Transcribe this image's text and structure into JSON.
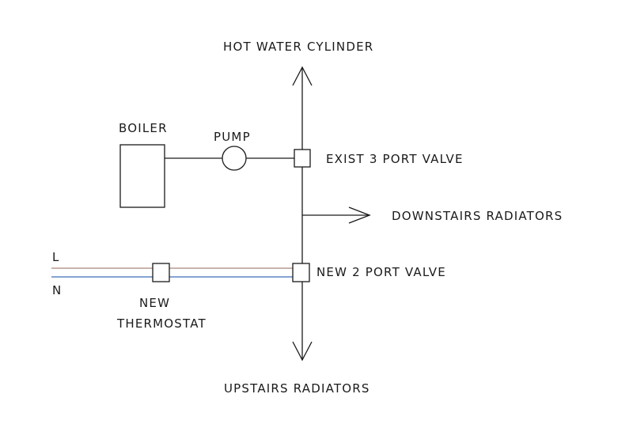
{
  "diagram": {
    "title": "Heating system schematic",
    "labels": {
      "hot_water_cylinder": "HOT WATER CYLINDER",
      "boiler": "BOILER",
      "pump": "PUMP",
      "exist_3_port_valve": "EXIST 3 PORT VALVE",
      "downstairs_radiators": "DOWNSTAIRS RADIATORS",
      "new_2_port_valve": "NEW 2 PORT VALVE",
      "live": "L",
      "neutral": "N",
      "new_thermostat_line1": "NEW",
      "new_thermostat_line2": "THERMOSTAT",
      "upstairs_radiators": "UPSTAIRS RADIATORS"
    },
    "colors": {
      "live_wire": "#b89a8f",
      "neutral_wire": "#5b86c4",
      "line": "#1a1a1a"
    },
    "connections": [
      {
        "from": "boiler",
        "to": "pump"
      },
      {
        "from": "pump",
        "to": "exist_3_port_valve"
      },
      {
        "from": "exist_3_port_valve",
        "to": "hot_water_cylinder"
      },
      {
        "from": "exist_3_port_valve",
        "to": "downstairs_radiators"
      },
      {
        "from": "exist_3_port_valve",
        "to": "new_2_port_valve"
      },
      {
        "from": "new_2_port_valve",
        "to": "upstairs_radiators"
      },
      {
        "from": "live",
        "to": "new_thermostat",
        "type": "wire"
      },
      {
        "from": "new_thermostat",
        "to": "new_2_port_valve",
        "type": "wire"
      }
    ]
  }
}
